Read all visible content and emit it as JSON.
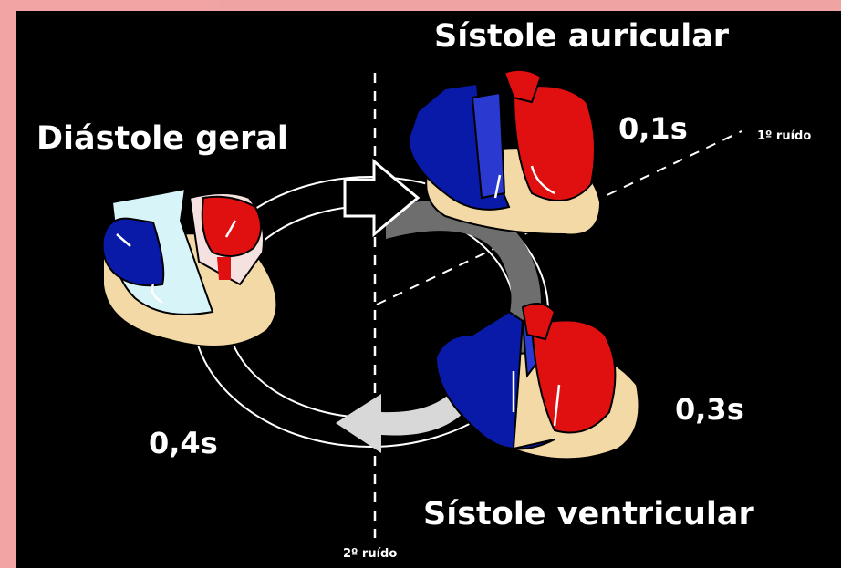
{
  "labels": {
    "diastole": "Diástole geral",
    "sistole_auricular": "Sístole auricular",
    "sistole_ventricular": "Sístole ventricular",
    "time_auricular": "0,1s",
    "time_ventricular": "0,3s",
    "time_diastole": "0,4s",
    "ruido1": "1º ruído",
    "ruido2": "2º ruído"
  },
  "colors": {
    "background": "#000000",
    "frame": "#f2a4a4",
    "venous_blue": "#0a1aa8",
    "arterial_red": "#e01010",
    "myocardium": "#f3d9a6",
    "arrow_white": "#ffffff",
    "arrow_gray": "#6e6e6e",
    "arrow_lightgray": "#d8d8d8"
  },
  "icons": [
    "heart-diastole-icon",
    "heart-atrial-systole-icon",
    "heart-ventricular-systole-icon"
  ]
}
